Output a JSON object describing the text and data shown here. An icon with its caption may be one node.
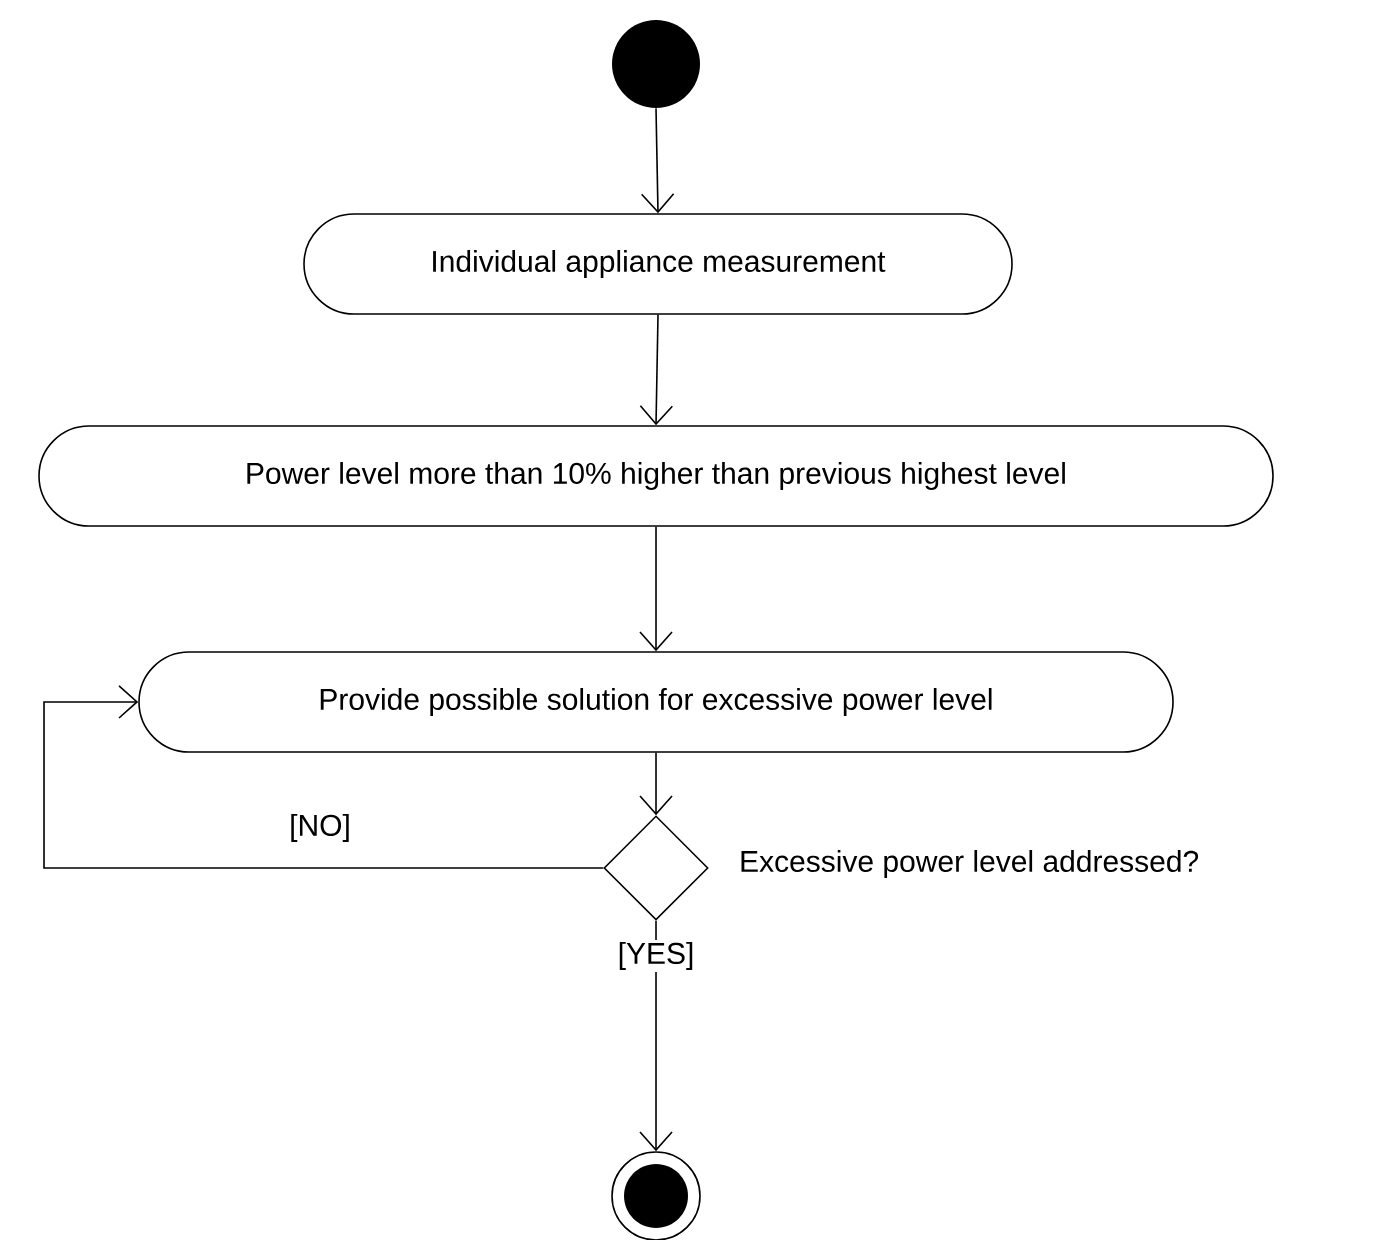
{
  "diagram": {
    "nodes": [
      {
        "text": [],
        "shape": "circle"
      },
      {
        "text": [
          "Individual appliance measurement"
        ]
      },
      {
        "text": [
          "Power level more than 10% higher than previous highest level"
        ]
      },
      {
        "text": [
          "Provide possible solution for excessive power level"
        ]
      },
      {
        "text": [],
        "shape": "diamond",
        "beside": [
          "Excessive power level addressed?"
        ]
      },
      {
        "text": [],
        "shape": "circle"
      }
    ],
    "edges": [
      {
        "from": 0,
        "to": 1,
        "arrow": "to"
      },
      {
        "from": 1,
        "to": 2,
        "arrow": "to"
      },
      {
        "from": 2,
        "to": 3,
        "arrow": "to"
      },
      {
        "from": 3,
        "to": 4,
        "arrow": "to"
      },
      {
        "from": 4,
        "to": 3,
        "arrow": "to",
        "label": "[NO]"
      },
      {
        "from": 4,
        "to": 5,
        "arrow": "to",
        "label": "[YES]"
      }
    ]
  }
}
